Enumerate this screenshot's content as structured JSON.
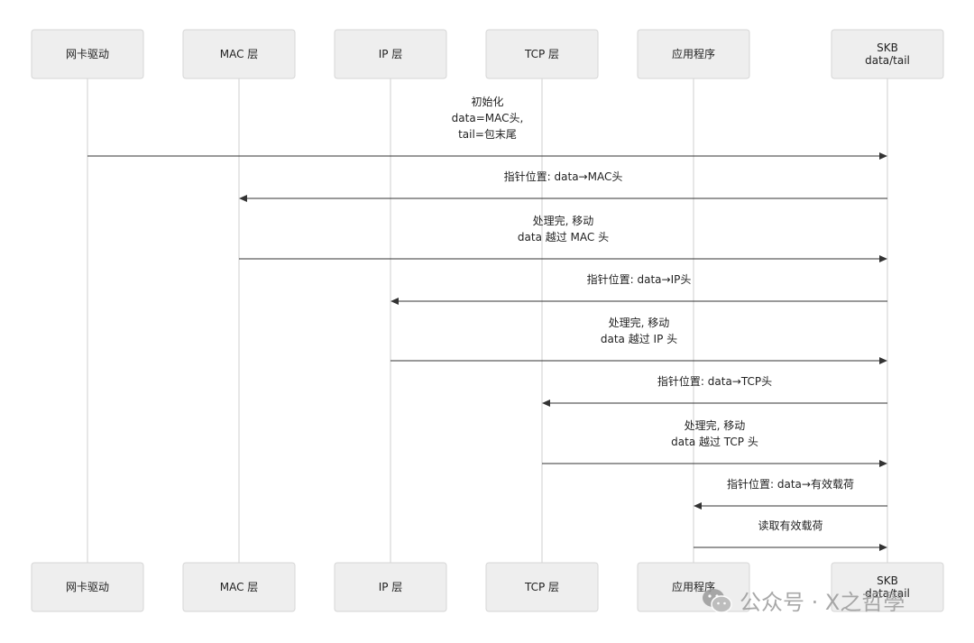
{
  "participants": [
    {
      "id": "nic",
      "lines": [
        "网卡驱动"
      ]
    },
    {
      "id": "mac",
      "lines": [
        "MAC 层"
      ]
    },
    {
      "id": "ip",
      "lines": [
        "IP 层"
      ]
    },
    {
      "id": "tcp",
      "lines": [
        "TCP 层"
      ]
    },
    {
      "id": "app",
      "lines": [
        "应用程序"
      ]
    },
    {
      "id": "skb",
      "lines": [
        "SKB",
        "data/tail"
      ]
    }
  ],
  "messages": [
    {
      "from": "nic",
      "to": "skb",
      "lines": [
        "初始化",
        "data=MAC头,",
        "tail=包末尾"
      ]
    },
    {
      "from": "skb",
      "to": "mac",
      "lines": [
        "指针位置: data→MAC头"
      ]
    },
    {
      "from": "mac",
      "to": "skb",
      "lines": [
        "处理完, 移动",
        "data 越过 MAC 头"
      ]
    },
    {
      "from": "skb",
      "to": "ip",
      "lines": [
        "指针位置: data→IP头"
      ]
    },
    {
      "from": "ip",
      "to": "skb",
      "lines": [
        "处理完, 移动",
        "data 越过 IP 头"
      ]
    },
    {
      "from": "skb",
      "to": "tcp",
      "lines": [
        "指针位置: data→TCP头"
      ]
    },
    {
      "from": "tcp",
      "to": "skb",
      "lines": [
        "处理完, 移动",
        "data 越过 TCP 头"
      ]
    },
    {
      "from": "skb",
      "to": "app",
      "lines": [
        "指针位置: data→有效载荷"
      ]
    },
    {
      "from": "app",
      "to": "skb",
      "lines": [
        "读取有效载荷"
      ]
    }
  ],
  "watermark": {
    "text": "公众号 · X之哲學",
    "icon": "wechat-icon"
  }
}
